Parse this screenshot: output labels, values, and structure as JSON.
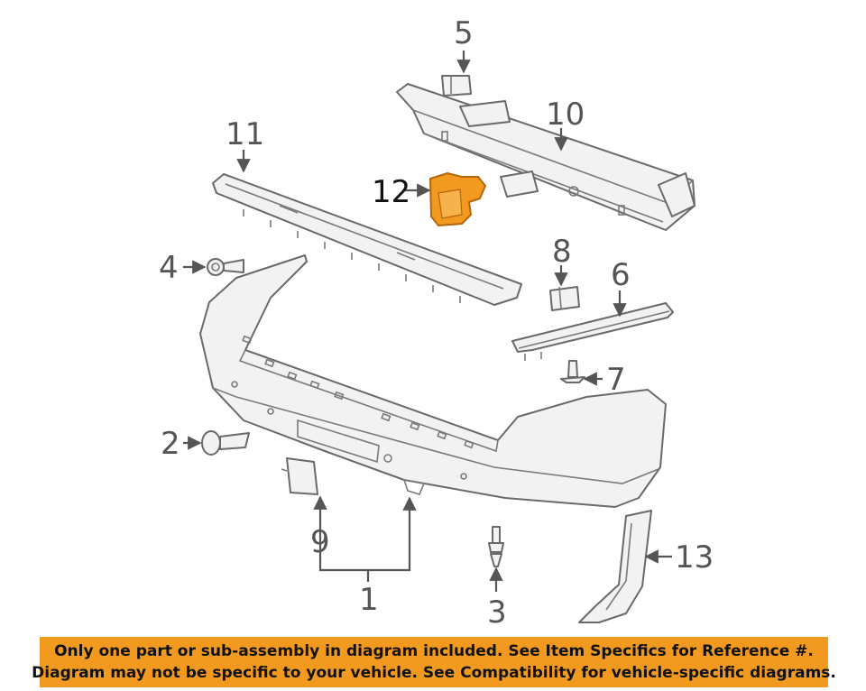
{
  "callouts": {
    "c1": "1",
    "c2": "2",
    "c3": "3",
    "c4": "4",
    "c5": "5",
    "c6": "6",
    "c7": "7",
    "c8": "8",
    "c9": "9",
    "c10": "10",
    "c11": "11",
    "c12": "12",
    "c13": "13"
  },
  "highlight": {
    "part": "12",
    "color": "#f29a1f"
  },
  "banner": {
    "line1": "Only one part or sub-assembly in diagram included. See Item Specifics for Reference #.",
    "line2": "Diagram may not be specific to your vehicle. See Compatibility for vehicle-specific diagrams.",
    "color": "#f29a1f"
  }
}
